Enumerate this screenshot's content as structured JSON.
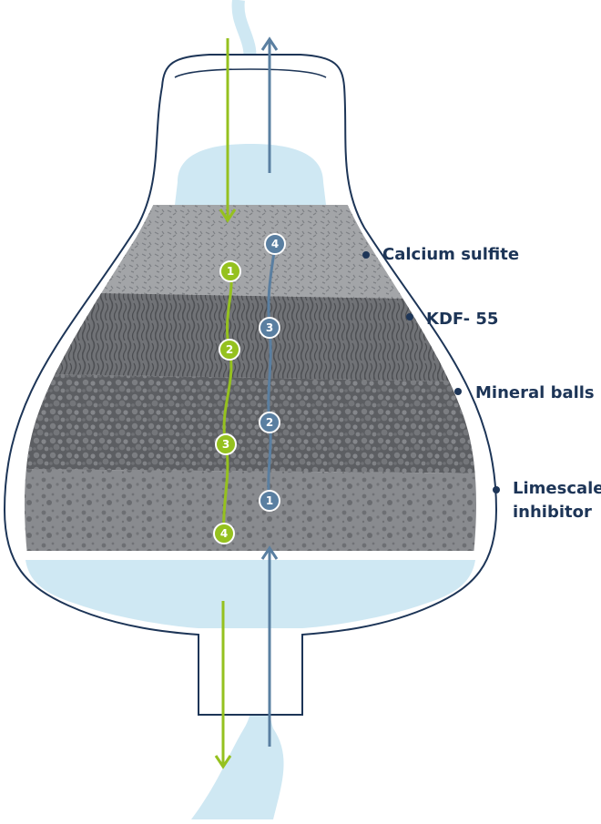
{
  "colors": {
    "outline": "#1d3557",
    "water": "#cfe8f3",
    "water_stream": "#bfe0ef",
    "layer_calcium": "#a3a5a8",
    "layer_kdf": "#707276",
    "layer_mineral": "#5c5e62",
    "layer_limescale": "#898b8f",
    "green": "#95c11f",
    "blue": "#5a7fa1"
  },
  "labels": {
    "calcium": "Calcium sulfite",
    "kdf": "KDF- 55",
    "mineral": "Mineral balls",
    "limescale_1": "Limescale",
    "limescale_2": "inhibitor"
  },
  "green_path": {
    "numbers": [
      "1",
      "2",
      "3",
      "4"
    ]
  },
  "blue_path": {
    "numbers": [
      "1",
      "2",
      "3",
      "4"
    ]
  }
}
